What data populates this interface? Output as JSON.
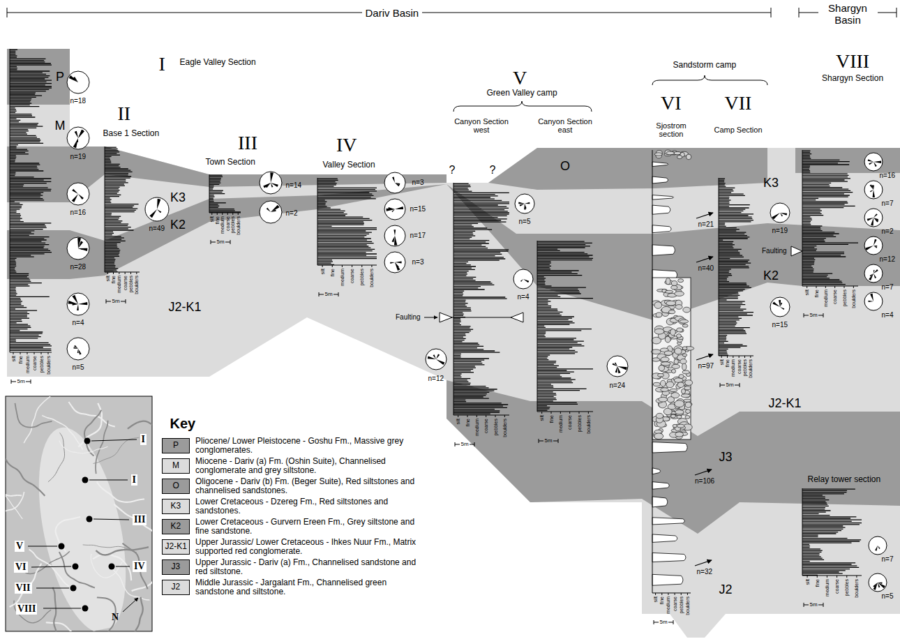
{
  "diagram": {
    "labels": [
      "Dariv Basin",
      "Shargyn Basin",
      "I",
      "Eagle Valley Section",
      "II",
      "Base 1 Section",
      "III",
      "Town Section",
      "IV",
      "Valley Section",
      "V",
      "Green Valley camp",
      "Canyon Section west",
      "Canyon Section east",
      "Sandstorm camp",
      "VI",
      "VII",
      "Sjostrom section",
      "Camp Section",
      "VIII",
      "Shargyn Section",
      "Relay tower section",
      "P",
      "M",
      "K3",
      "K2",
      "J2-K1",
      "O",
      "K3",
      "K2",
      "J2-K1",
      "J3",
      "J2",
      "?",
      "?",
      "Faulting",
      "Faulting",
      "Key",
      "P",
      "M",
      "O",
      "K3",
      "K2",
      "J2-K1",
      "J3",
      "J2",
      "I",
      "I",
      "III",
      "V",
      "VI",
      "VII",
      "IV",
      "VIII",
      "N",
      "n=18",
      "n=19",
      "n=16",
      "n=28",
      "n=4",
      "n=5",
      "n=49",
      "n=14",
      "n=2",
      "n=3",
      "n=15",
      "n=17",
      "n=3",
      "n=5",
      "n=12",
      "n=4",
      "n=24",
      "n=21",
      "n=40",
      "n=97",
      "n=106",
      "n=32",
      "n=19",
      "n=15",
      "n=16",
      "n=7",
      "n=2",
      "n=12",
      "n=7",
      "n=4",
      "n=7",
      "n=5",
      "silt",
      "fine",
      "medium",
      "coarse",
      "pebbles",
      "boulders",
      "5m",
      "silt",
      "fine",
      "medium",
      "coarse",
      "pebbles",
      "boulders",
      "5m",
      "silt",
      "fine",
      "medium",
      "coarse",
      "pebbles",
      "boulders",
      "5m",
      "silt",
      "fine",
      "medium",
      "coarse",
      "pebbles",
      "boulders",
      "5m",
      "silt",
      "fine",
      "medium",
      "coarse",
      "pebbles",
      "boulders",
      "5m",
      "silt",
      "fine",
      "medium",
      "coarse",
      "pebbles",
      "boulders",
      "5m",
      "silt",
      "fine",
      "medium",
      "coarse",
      "pebbles",
      "boulders",
      "5m",
      "silt",
      "fine",
      "medium",
      "coarse",
      "pebbles",
      "boulders",
      "5m",
      "silt",
      "fine",
      "medium",
      "coarse",
      "pebbles",
      "boulders",
      "5m",
      "silt",
      "fine",
      "medium",
      "coarse",
      "pebbles",
      "boulders",
      "5m"
    ],
    "legend": [
      {
        "text": "Pliocene/ Lower Pleistocene - Goshu Fm., Massive grey conglomerates.",
        "color": "#9b9b9b"
      },
      {
        "text": "Miocene - Dariv (a) Fm. (Oshin Suite), Channelised conglomerate and grey siltstone.",
        "color": "#dcdcdc"
      },
      {
        "text": "Oligocene - Dariv (b) Fm. (Beger Suite), Red siltstones and channelised sandstones.",
        "color": "#9b9b9b"
      },
      {
        "text": "Lower Cretaceous - Dzereg Fm., Red siltstones and sandstones.",
        "color": "#dcdcdc"
      },
      {
        "text": "Lower Cretaceous - Gurvern Ereen Fm., Grey siltstone and fine sandstone.",
        "color": "#9b9b9b"
      },
      {
        "text": "Upper Jurassic/ Lower Cretaceous - Ihkes Nuur Fm., Matrix supported red conglomerate.",
        "color": "#dcdcdc"
      },
      {
        "text": "Upper Jurassic - Dariv (a) Fm., Channelised sandstone and red siltstone.",
        "color": "#9b9b9b"
      },
      {
        "text": "Middle Jurassic - Jargalant Fm., Channelised green sandstone and siltstone.",
        "color": "#dcdcdc"
      }
    ]
  }
}
